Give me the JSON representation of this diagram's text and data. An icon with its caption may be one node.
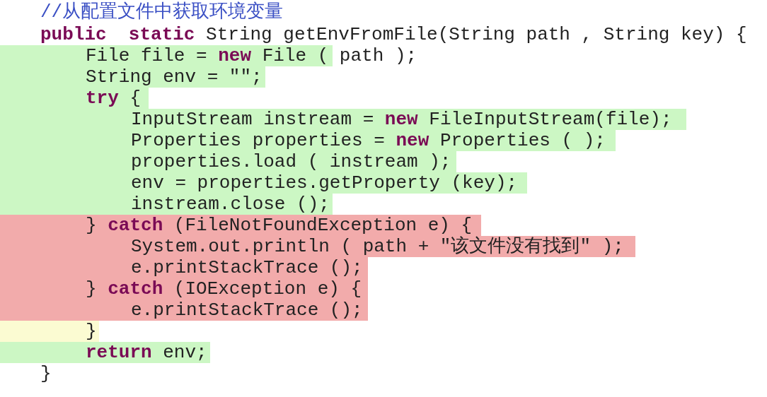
{
  "diagram": {
    "labels": [
      "//从配置文件中获取环境变量",
      "**public**  **static** String getEnvFromFile(String path , String key) {",
      "File file = **new** File ( path );",
      "String env = \"\";",
      "**try** {",
      "InputStream instream = **new** FileInputStream(file);",
      "Properties properties = **new** Properties ( );",
      "properties.load ( instream );",
      "env = properties.getProperty (key);",
      "instream.close ();",
      "} **catch** (FileNotFoundException e) {",
      "System.out.println ( path + \"该文件没有找到\" );",
      "e.printStackTrace ();",
      "} **catch** (IOException e) {",
      "e.printStackTrace ();",
      "}",
      "**return** env;",
      "}"
    ]
  }
}
